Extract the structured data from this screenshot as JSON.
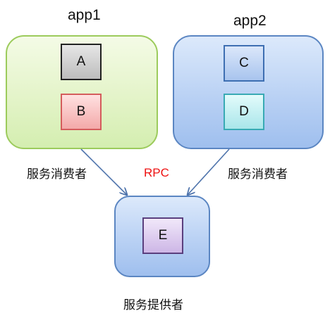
{
  "groups": {
    "app1": {
      "title": "app1",
      "nodes": [
        "A",
        "B"
      ]
    },
    "app2": {
      "title": "app2",
      "nodes": [
        "C",
        "D"
      ]
    },
    "provider_node": "E"
  },
  "labels": {
    "consumer_left": "服务消费者",
    "consumer_right": "服务消费者",
    "rpc": "RPC",
    "provider": "服务提供者"
  },
  "colors": {
    "rpc_text": "#ee1111",
    "arrow": "#4f74ac"
  }
}
